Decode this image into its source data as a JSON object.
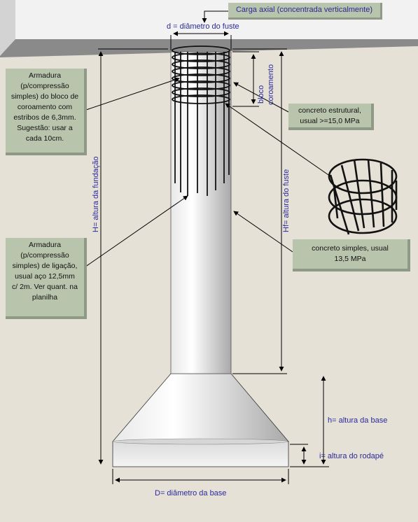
{
  "load_label": "Carga axial (concentrada verticalmente)",
  "labels": {
    "d": "d = diâmetro do fuste",
    "bloco": "bloco",
    "coroamento": "coroamento",
    "H": "H= altura da fundação",
    "Hf": "Hf= altura do fuste",
    "h": "h= altura da base",
    "i": "i= altura do rodapé",
    "D": "D= diâmetro da base"
  },
  "notes": {
    "armadura_bloco": [
      "Armadura",
      "(p/compressão",
      "simples) do bloco  de",
      "coroamento com",
      "estribos de 6,3mm.",
      "Sugestão: usar a",
      "cada 10cm."
    ],
    "concreto_estrutural": [
      "concreto estrutural,",
      "usual >=15,0 MPa"
    ],
    "armadura_ligacao": [
      "Armadura",
      "(p/compressão",
      "simples) de ligação,",
      "usual aço 12,5mm",
      "c/ 2m. Ver quant. na",
      "planilha"
    ],
    "concreto_simples": [
      "concreto simples, usual",
      "13,5 MPa"
    ]
  },
  "colors": {
    "background": "#e6e1d6",
    "note": "#b9c4ad",
    "label": "#2a2a9a"
  }
}
